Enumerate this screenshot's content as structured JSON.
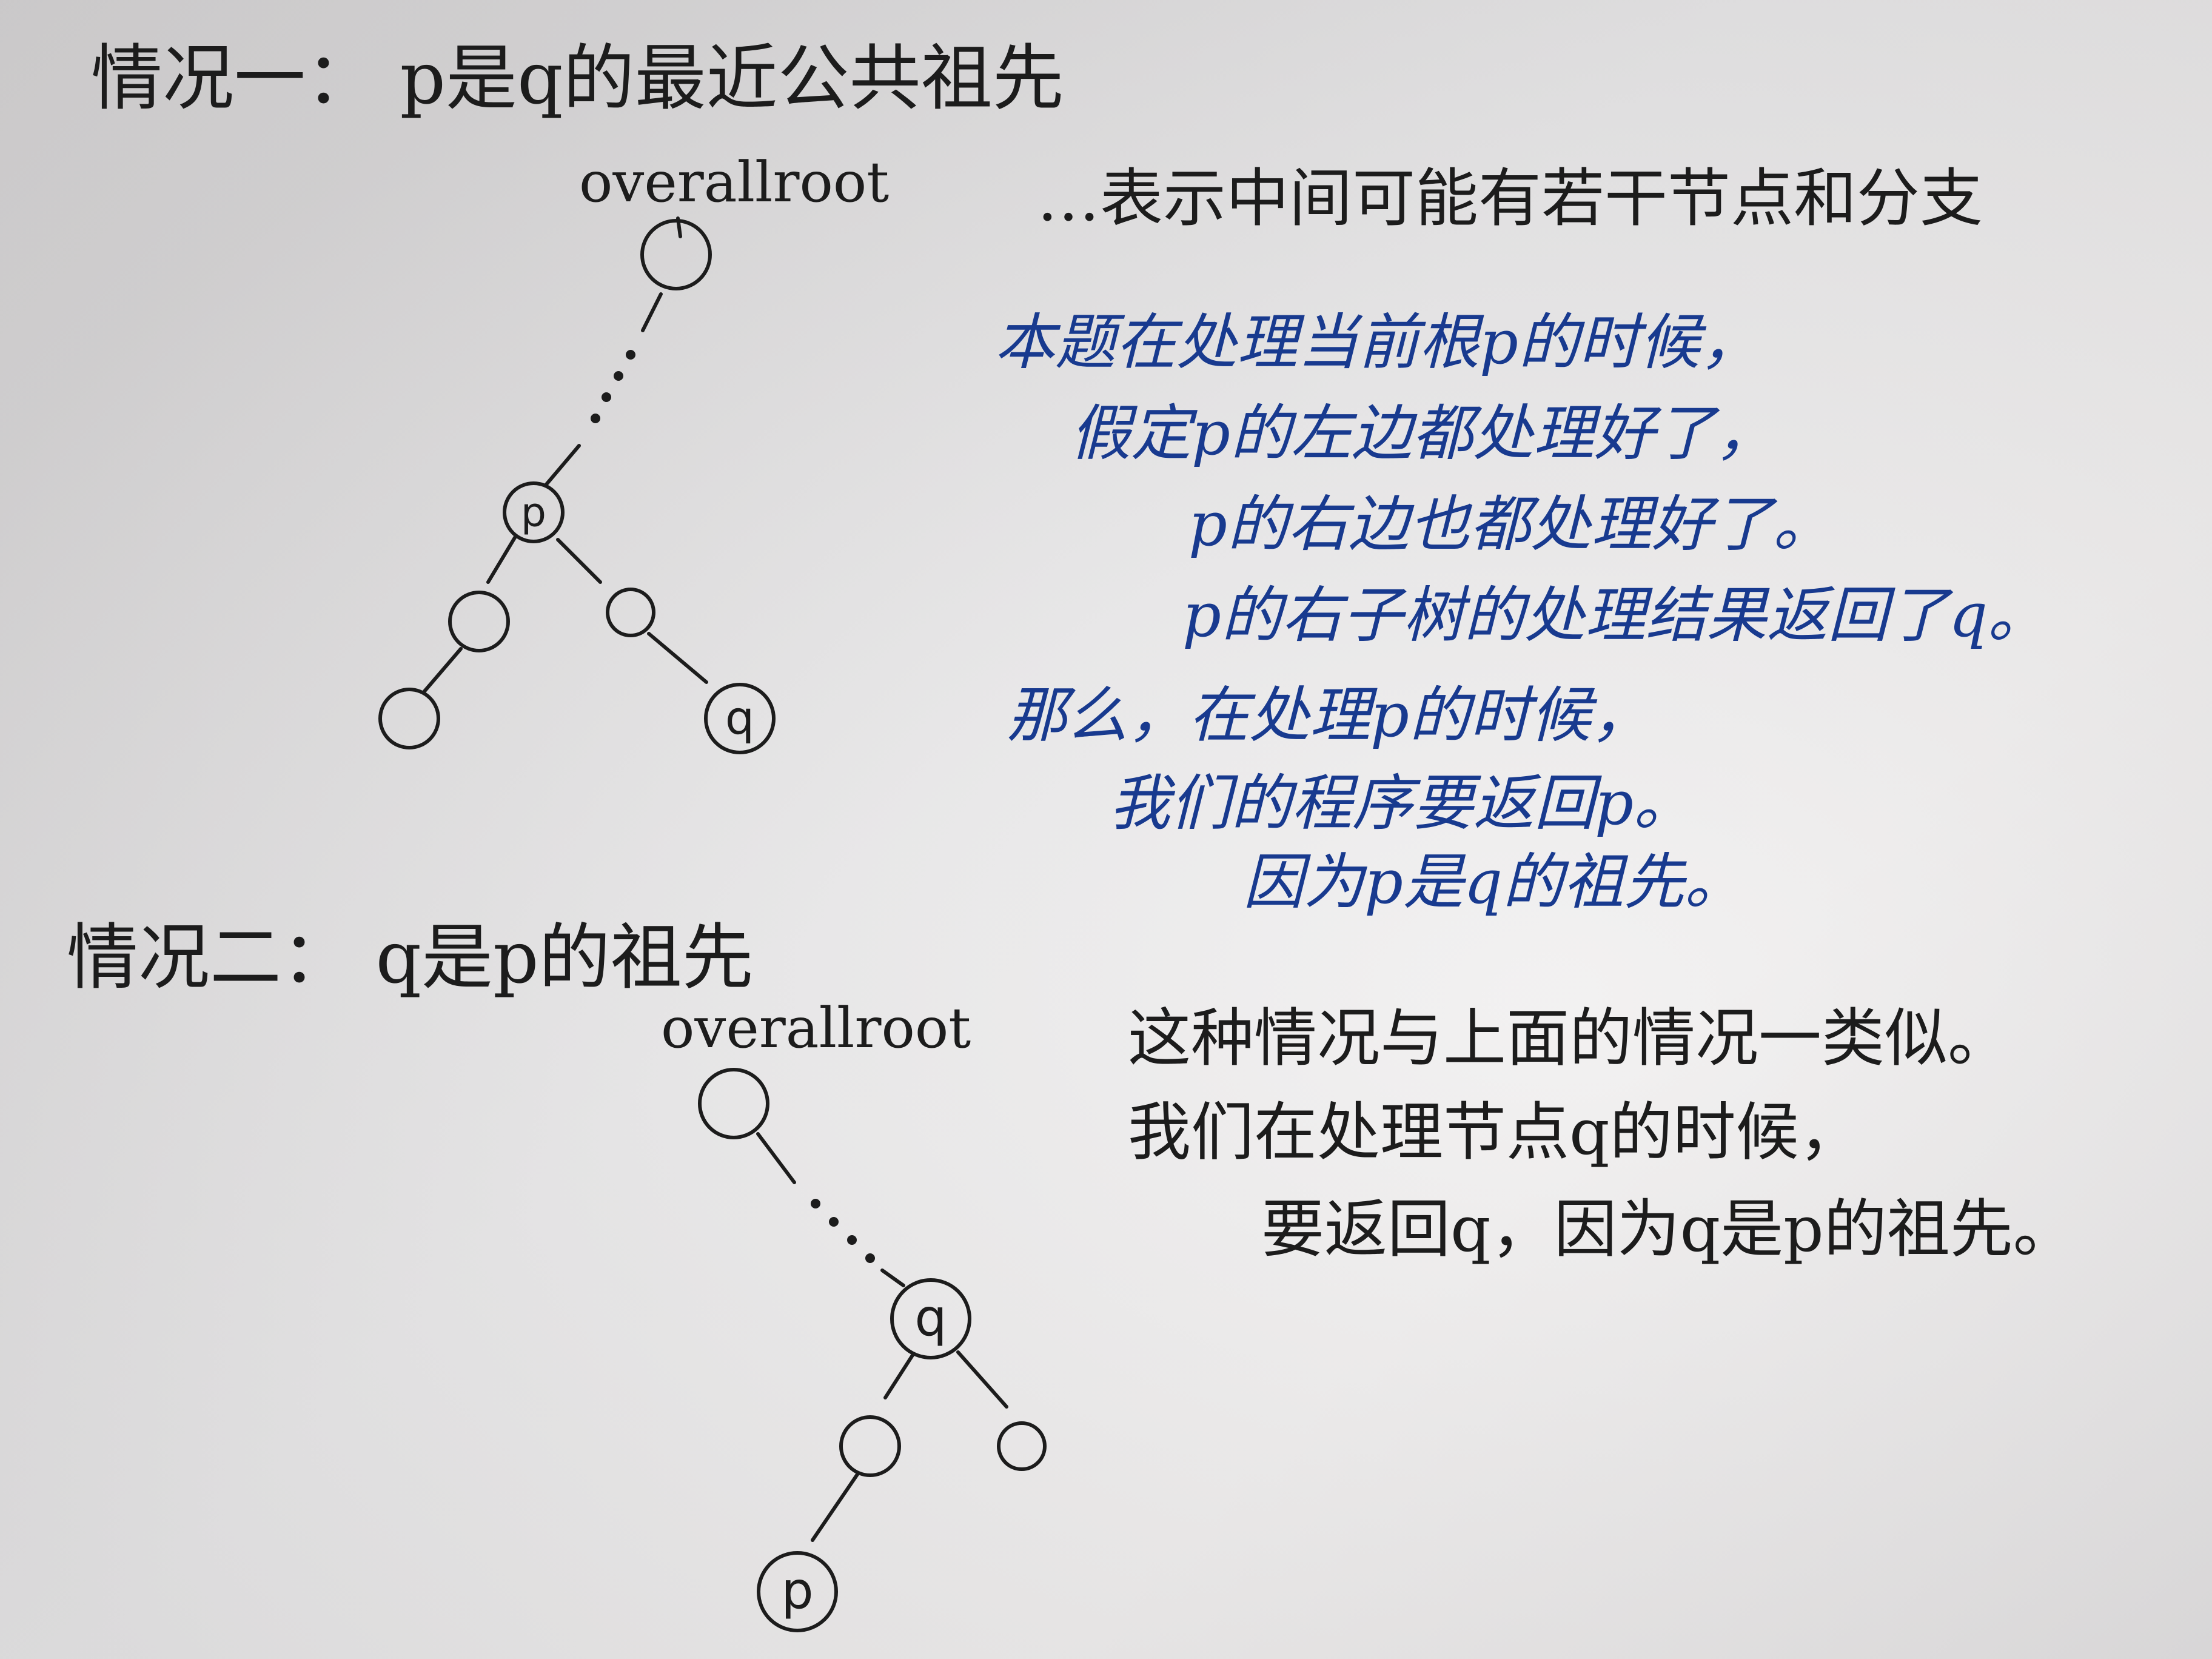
{
  "case1": {
    "title": "情况一： p是q的最近公共祖先",
    "root_label": "overallroot",
    "ellipsis_note": "…表示中间可能有若干节点和分支",
    "node_p": "p",
    "node_q": "q",
    "explanation": [
      "本题在处理当前根p的时候，",
      "假定p的左边都处理好了，",
      "p的右边也都处理好了。",
      "p的右子树的处理结果返回了q。",
      "那么，在处理p的时候，",
      "我们的程序要返回p。",
      "因为p是q的祖先。"
    ]
  },
  "case2": {
    "title": "情况二： q是p的祖先",
    "root_label": "overallroot",
    "node_q": "q",
    "node_p": "p",
    "explanation": [
      "这种情况与上面的情况一类似。",
      "我们在处理节点q的时候，",
      "要返回q，因为q是p的祖先。"
    ]
  },
  "colors": {
    "pencil": "#1c1c1c",
    "blue_ink": "#183a8f",
    "paper": "#e9e8e9"
  }
}
